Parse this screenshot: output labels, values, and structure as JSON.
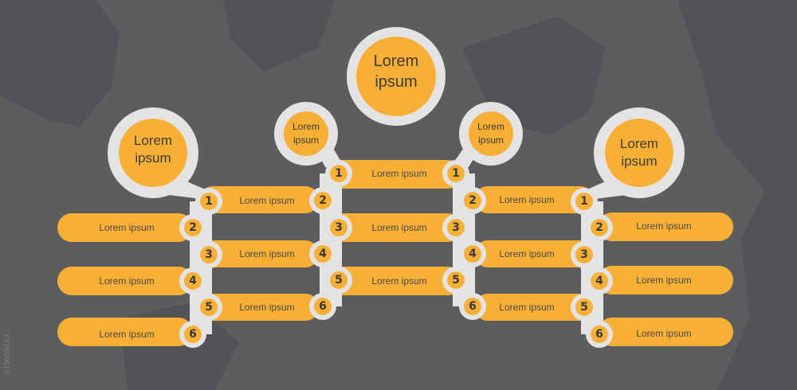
{
  "theme": {
    "background": "#5c5d5f",
    "accent": "#f7b035",
    "connector": "#e3e3e3",
    "text": "#4a4a4a"
  },
  "titles": {
    "center": "Lorem ipsum",
    "left_outer": "Lorem ipsum",
    "left_inner": "Lorem ipsum",
    "right_inner": "Lorem ipsum",
    "right_outer": "Lorem ipsum"
  },
  "bar_label": "Lorem ipsum",
  "step_numbers": [
    "1",
    "2",
    "3",
    "4",
    "5",
    "6"
  ],
  "watermark": "619955433"
}
